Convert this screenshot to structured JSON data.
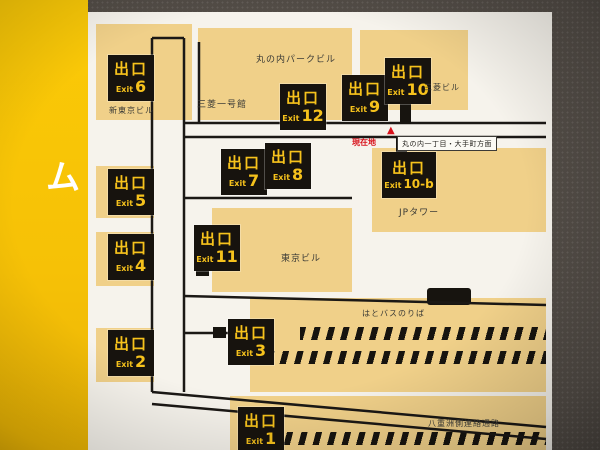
{
  "sign": {
    "side_text": "ム"
  },
  "map": {
    "exits": [
      {
        "jp": "出口",
        "en": "Exit",
        "num": "6"
      },
      {
        "jp": "出口",
        "en": "Exit",
        "num": "12"
      },
      {
        "jp": "出口",
        "en": "Exit",
        "num": "9"
      },
      {
        "jp": "出口",
        "en": "Exit",
        "num": "10"
      },
      {
        "jp": "出口",
        "en": "Exit",
        "num": "5"
      },
      {
        "jp": "出口",
        "en": "Exit",
        "num": "7"
      },
      {
        "jp": "出口",
        "en": "Exit",
        "num": "8"
      },
      {
        "jp": "出口",
        "en": "Exit",
        "num": "10-b"
      },
      {
        "jp": "出口",
        "en": "Exit",
        "num": "4"
      },
      {
        "jp": "出口",
        "en": "Exit",
        "num": "11"
      },
      {
        "jp": "出口",
        "en": "Exit",
        "num": "3"
      },
      {
        "jp": "出口",
        "en": "Exit",
        "num": "2"
      },
      {
        "jp": "出口",
        "en": "Exit",
        "num": "1"
      }
    ],
    "labels": {
      "marunouchi_park": "丸の内パークビル",
      "mitsubishi_ichigokan": "三菱一号館",
      "shin_tokyo": "新東京ビル",
      "mitsubishi": "三菱ビル",
      "jp_tower": "JPタワー",
      "tokyo_bldg": "東京ビル",
      "hato_bus": "はとバスのりば",
      "yaesu": "八重洲側連絡通路",
      "current_location": "現在地",
      "marker": "▲",
      "direction": "丸の内一丁目・大手町方面"
    },
    "colors": {
      "sign_yellow": "#f7c50a",
      "badge_black": "#17130e",
      "badge_text": "#f6c21c",
      "building_tan": "#f0d089",
      "panel_white": "#f6f3ec",
      "line_black": "#1b1815",
      "accent_red": "#d8121c"
    }
  }
}
